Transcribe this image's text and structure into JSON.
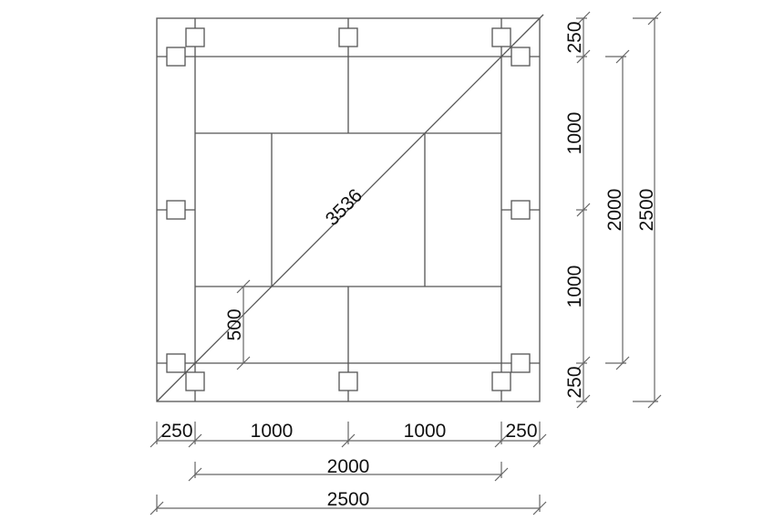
{
  "drawing": {
    "diagonal_label": "3536",
    "inner_label": "500",
    "bottom_segments": [
      "250",
      "1000",
      "1000",
      "250"
    ],
    "bottom_inner_total": "2000",
    "bottom_total": "2500",
    "right_segments": [
      "250",
      "1000",
      "1000",
      "250"
    ],
    "right_inner_total": "2000",
    "right_total": "2500"
  }
}
